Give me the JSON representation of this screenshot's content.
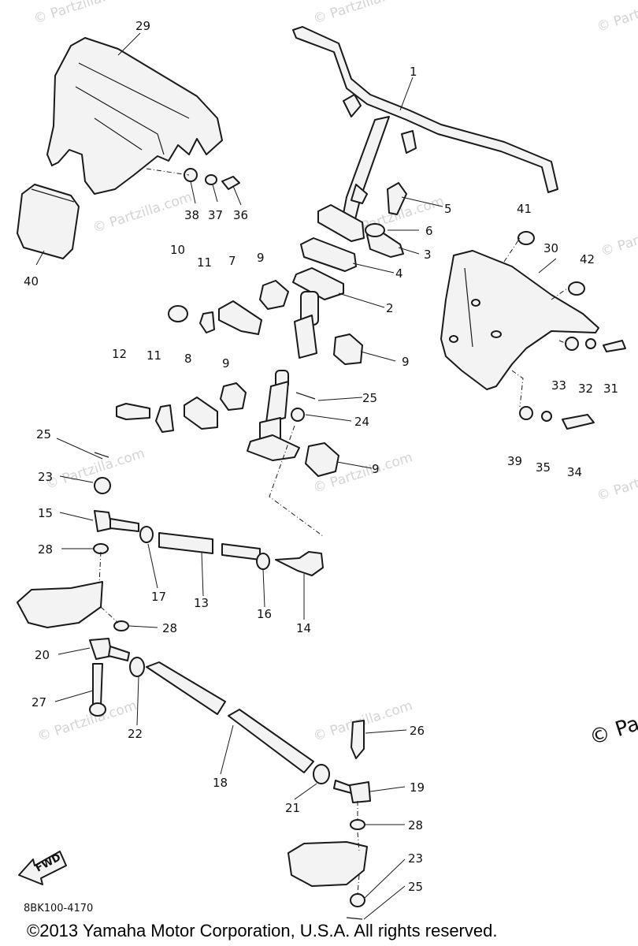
{
  "diagram": {
    "callouts": [
      "1",
      "2",
      "3",
      "4",
      "5",
      "6",
      "7",
      "8",
      "9",
      "9",
      "9",
      "9",
      "10",
      "11",
      "11",
      "12",
      "13",
      "14",
      "15",
      "16",
      "17",
      "18",
      "19",
      "20",
      "21",
      "22",
      "23",
      "23",
      "24",
      "25",
      "25",
      "25",
      "26",
      "27",
      "28",
      "28",
      "28",
      "29",
      "30",
      "31",
      "32",
      "33",
      "34",
      "35",
      "36",
      "37",
      "38",
      "39",
      "40",
      "41",
      "42"
    ],
    "diagram_code": "8BK100-4170",
    "fwd_label": "FWD",
    "watermark": "© Partzilla.com",
    "watermark_edge": "© Pa"
  },
  "footer": {
    "copyright": "©2013 Yamaha Motor Corporation, U.S.A. All rights reserved."
  }
}
